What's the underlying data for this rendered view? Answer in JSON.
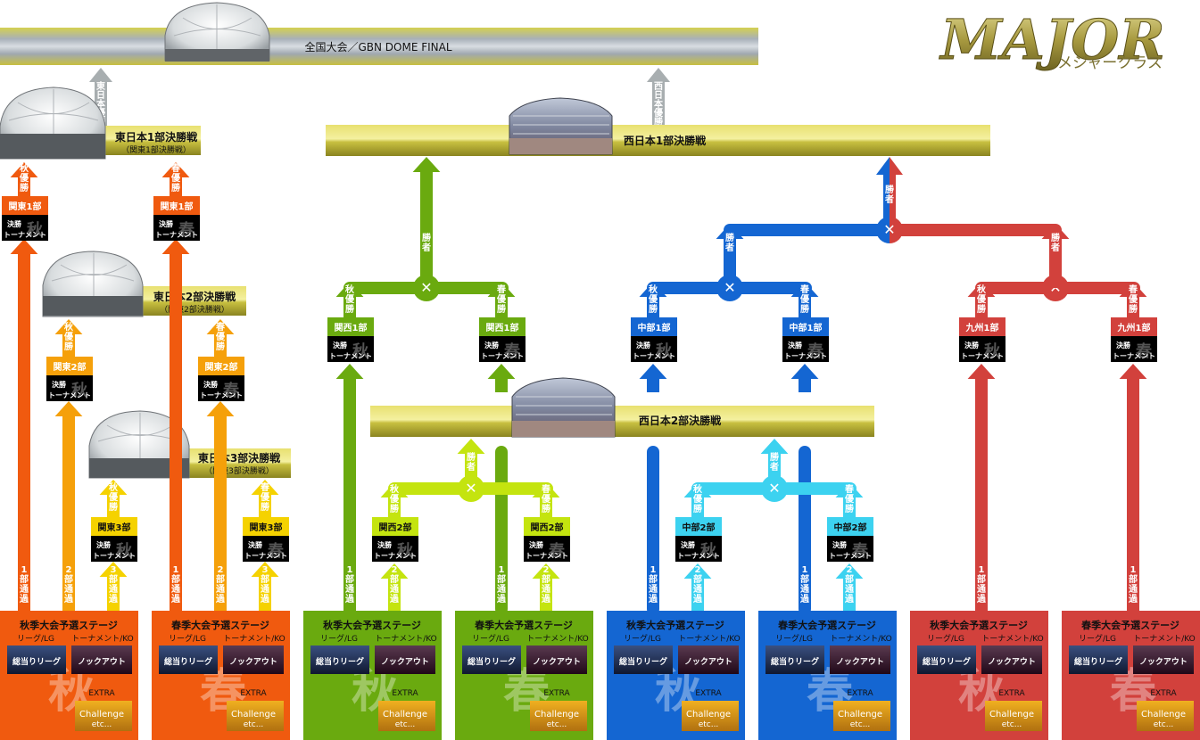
{
  "logo": {
    "main": "MAJOR",
    "sub": "メジャークラス"
  },
  "colors": {
    "kanto1": "#f05a0f",
    "kanto2": "#f5a00a",
    "kanto3": "#f5d200",
    "kansai1": "#6aaa0f",
    "kansai2": "#c4e40f",
    "chubu1": "#1466d2",
    "chubu2": "#3cd2f0",
    "kyushu": "#d2413c",
    "gold": "#c8c040"
  },
  "banners": {
    "final": "全国大会／GBN DOME FINAL",
    "east1": "東日本1部決勝戦",
    "east1_sub": "（関東1部決勝戦）",
    "east2": "東日本2部決勝戦",
    "east2_sub": "（関東2部決勝戦）",
    "east3": "東日本3部決勝戦",
    "east3_sub": "（関東3部決勝戦）",
    "west1": "西日本1部決勝戦",
    "west2": "西日本2部決勝戦"
  },
  "arrow_labels": {
    "east_winner": "東日本優勝",
    "west_winner": "西日本優勝",
    "winner": "勝者",
    "autumn_win": "秋優勝",
    "spring_win": "春優勝",
    "pass1": "1部通過",
    "pass2": "2部通過",
    "pass3": "3部通過",
    "vs": "✕"
  },
  "tournament_boxes": {
    "kanto1_aut": {
      "name": "関東1部",
      "sub": "決勝",
      "sub2": "トーナメント",
      "season": "秋"
    },
    "kanto1_spr": {
      "name": "関東1部",
      "sub": "決勝",
      "sub2": "トーナメント",
      "season": "春"
    },
    "kanto2_aut": {
      "name": "関東2部",
      "sub": "決勝",
      "sub2": "トーナメント",
      "season": "秋"
    },
    "kanto2_spr": {
      "name": "関東2部",
      "sub": "決勝",
      "sub2": "トーナメント",
      "season": "春"
    },
    "kanto3_aut": {
      "name": "関東3部",
      "sub": "決勝",
      "sub2": "トーナメント",
      "season": "秋"
    },
    "kanto3_spr": {
      "name": "関東3部",
      "sub": "決勝",
      "sub2": "トーナメント",
      "season": "春"
    },
    "kansai1_aut": {
      "name": "関西1部",
      "sub": "決勝",
      "sub2": "トーナメント",
      "season": "秋"
    },
    "kansai1_spr": {
      "name": "関西1部",
      "sub": "決勝",
      "sub2": "トーナメント",
      "season": "春"
    },
    "kansai2_aut": {
      "name": "関西2部",
      "sub": "決勝",
      "sub2": "トーナメント",
      "season": "秋"
    },
    "kansai2_spr": {
      "name": "関西2部",
      "sub": "決勝",
      "sub2": "トーナメント",
      "season": "春"
    },
    "chubu1_aut": {
      "name": "中部1部",
      "sub": "決勝",
      "sub2": "トーナメント",
      "season": "秋"
    },
    "chubu1_spr": {
      "name": "中部1部",
      "sub": "決勝",
      "sub2": "トーナメント",
      "season": "春"
    },
    "chubu2_aut": {
      "name": "中部2部",
      "sub": "決勝",
      "sub2": "トーナメント",
      "season": "秋"
    },
    "chubu2_spr": {
      "name": "中部2部",
      "sub": "決勝",
      "sub2": "トーナメント",
      "season": "春"
    },
    "kyushu1_aut": {
      "name": "九州1部",
      "sub": "決勝",
      "sub2": "トーナメント",
      "season": "秋"
    },
    "kyushu1_spr": {
      "name": "九州1部",
      "sub": "決勝",
      "sub2": "トーナメント",
      "season": "春"
    }
  },
  "stage_boxes": [
    {
      "title": "秋季大会予選ステージ",
      "league": "リーグ/LG",
      "tourn": "トーナメント/KO",
      "badge_league": "総当りリーグ",
      "badge_ko": "ノックアウト",
      "extra": "EXTRA",
      "challenge": "Challenge",
      "etc": "etc...",
      "season": "秋",
      "color": "#f05a0f"
    },
    {
      "title": "春季大会予選ステージ",
      "league": "リーグ/LG",
      "tourn": "トーナメント/KO",
      "badge_league": "総当りリーグ",
      "badge_ko": "ノックアウト",
      "extra": "EXTRA",
      "challenge": "Challenge",
      "etc": "etc...",
      "season": "春",
      "color": "#f05a0f"
    },
    {
      "title": "秋季大会予選ステージ",
      "league": "リーグ/LG",
      "tourn": "トーナメント/KO",
      "badge_league": "総当りリーグ",
      "badge_ko": "ノックアウト",
      "extra": "EXTRA",
      "challenge": "Challenge",
      "etc": "etc...",
      "season": "秋",
      "color": "#6aaa0f"
    },
    {
      "title": "春季大会予選ステージ",
      "league": "リーグ/LG",
      "tourn": "トーナメント/KO",
      "badge_league": "総当りリーグ",
      "badge_ko": "ノックアウト",
      "extra": "EXTRA",
      "challenge": "Challenge",
      "etc": "etc...",
      "season": "春",
      "color": "#6aaa0f"
    },
    {
      "title": "秋季大会予選ステージ",
      "league": "リーグ/LG",
      "tourn": "トーナメント/KO",
      "badge_league": "総当りリーグ",
      "badge_ko": "ノックアウト",
      "extra": "EXTRA",
      "challenge": "Challenge",
      "etc": "etc...",
      "season": "秋",
      "color": "#1466d2"
    },
    {
      "title": "春季大会予選ステージ",
      "league": "リーグ/LG",
      "tourn": "トーナメント/KO",
      "badge_league": "総当りリーグ",
      "badge_ko": "ノックアウト",
      "extra": "EXTRA",
      "challenge": "Challenge",
      "etc": "etc...",
      "season": "春",
      "color": "#1466d2"
    },
    {
      "title": "秋季大会予選ステージ",
      "league": "リーグ/LG",
      "tourn": "トーナメント/KO",
      "badge_league": "総当りリーグ",
      "badge_ko": "ノックアウト",
      "extra": "EXTRA",
      "challenge": "Challenge",
      "etc": "etc...",
      "season": "秋",
      "color": "#d2413c"
    },
    {
      "title": "春季大会予選ステージ",
      "league": "リーグ/LG",
      "tourn": "トーナメント/KO",
      "badge_league": "総当りリーグ",
      "badge_ko": "ノックアウト",
      "extra": "EXTRA",
      "challenge": "Challenge",
      "etc": "etc...",
      "season": "春",
      "color": "#d2413c"
    }
  ]
}
